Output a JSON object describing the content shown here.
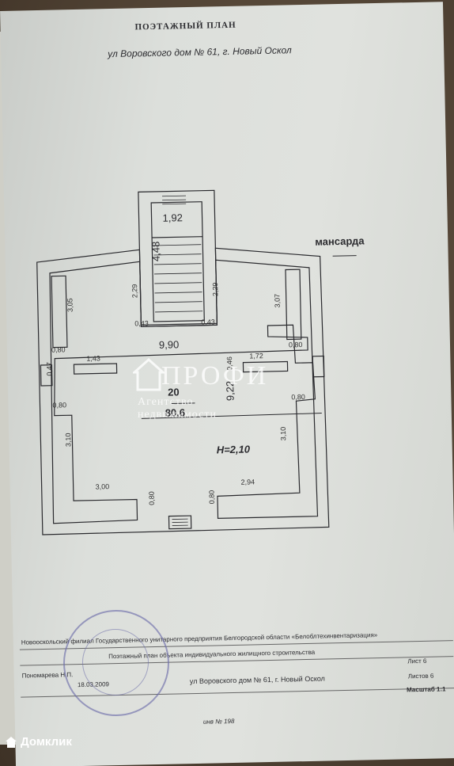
{
  "document": {
    "title": "ПОЭТАЖНЫЙ ПЛАН",
    "address": "ул Воровского дом № 61, г. Новый Оскол",
    "floor_label": "мансарда"
  },
  "plan": {
    "room_number": "20",
    "room_area": "80,6",
    "height": "H=2,10",
    "central_dim": "9,90",
    "stair_width": "1,92",
    "stair_length": "4,48",
    "dims": {
      "d_229_left": "2,29",
      "d_229_right": "2,29",
      "d_043_left": "0,43",
      "d_043_right": "0,43",
      "d_305": "3,05",
      "d_307": "3,07",
      "d_080_tl": "0,80",
      "d_080_tr": "0,80",
      "d_080_ml": "0,80",
      "d_080_mr": "0,80",
      "d_080_bl": "0,80",
      "d_080_br": "0,80",
      "d_143": "1,43",
      "d_047": "0,47",
      "d_172": "1,72",
      "d_046": "0,46",
      "d_922": "9,22",
      "d_310_left": "3,10",
      "d_310_right": "3,10",
      "d_300": "3,00",
      "d_294": "2,94"
    }
  },
  "watermark": {
    "brand": "ПРОФИ",
    "tagline": "Агентство недвижимости"
  },
  "footer": {
    "org": "Новооскольский филиал Государственного унитарного предприятия  Белгородской области «Белоблтехинвентаризация»",
    "doc_name": "Поэтажный план объекта индивидуального жилищного строительства",
    "person": "Пономарева Н.П.",
    "date": "18.03.2009",
    "address": "ул Воровского дом № 61, г. Новый Оскол",
    "sheet_label": "Лист 6",
    "sheets_label": "Листов 6",
    "scale_label": "Масштаб 1:1",
    "inv_number": "инв № 198"
  },
  "logo": {
    "text": "Домклик"
  }
}
